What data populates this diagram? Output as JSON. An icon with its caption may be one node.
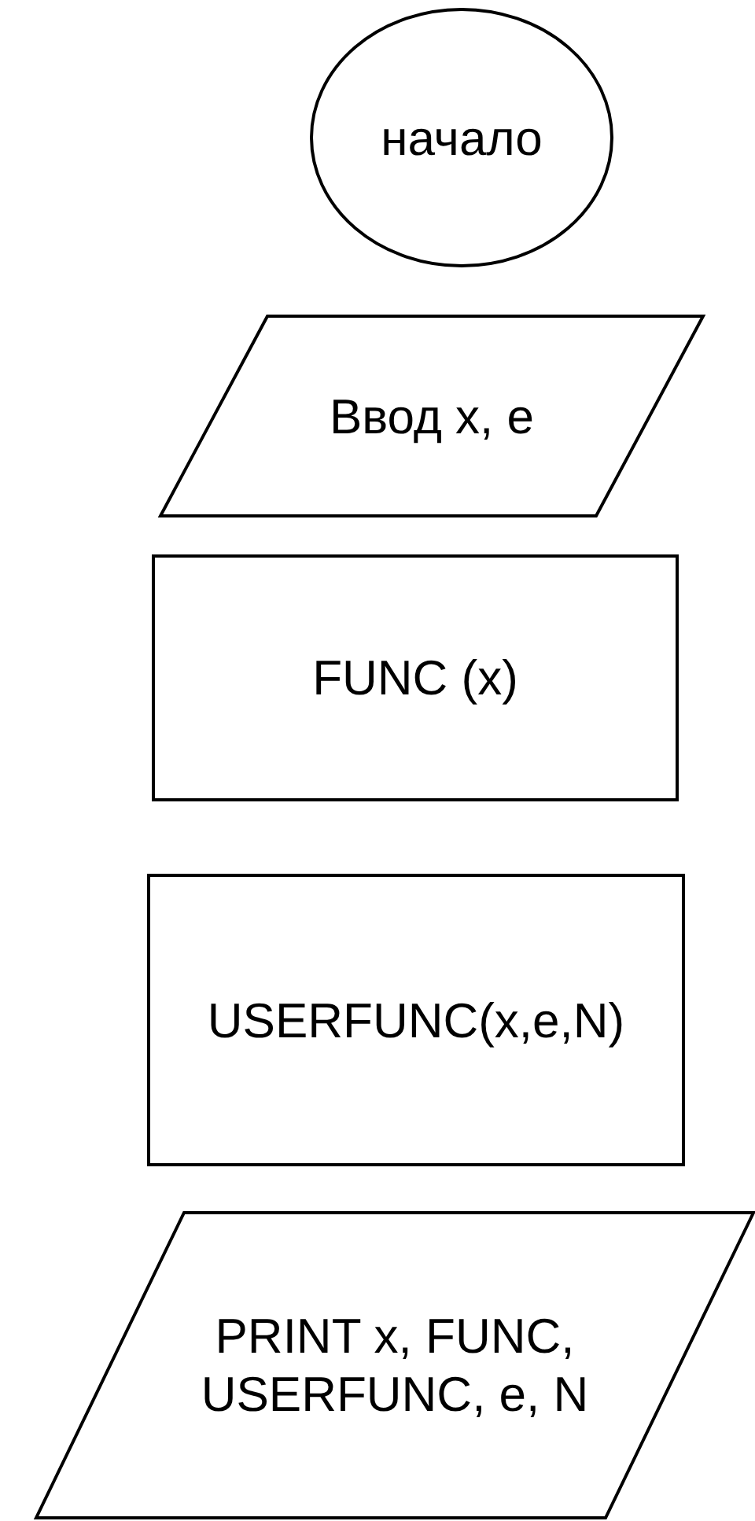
{
  "diagram": {
    "nodes": [
      {
        "text": [
          "начало"
        ]
      },
      {
        "text": [
          "Ввод x, e"
        ]
      },
      {
        "text": [
          "FUNC (x)"
        ]
      },
      {
        "text": [
          "USERFUNC(x,e,N)"
        ]
      },
      {
        "text": [
          "PRINT x, FUNC, USERFUNC, e, N"
        ]
      }
    ],
    "edges": []
  }
}
